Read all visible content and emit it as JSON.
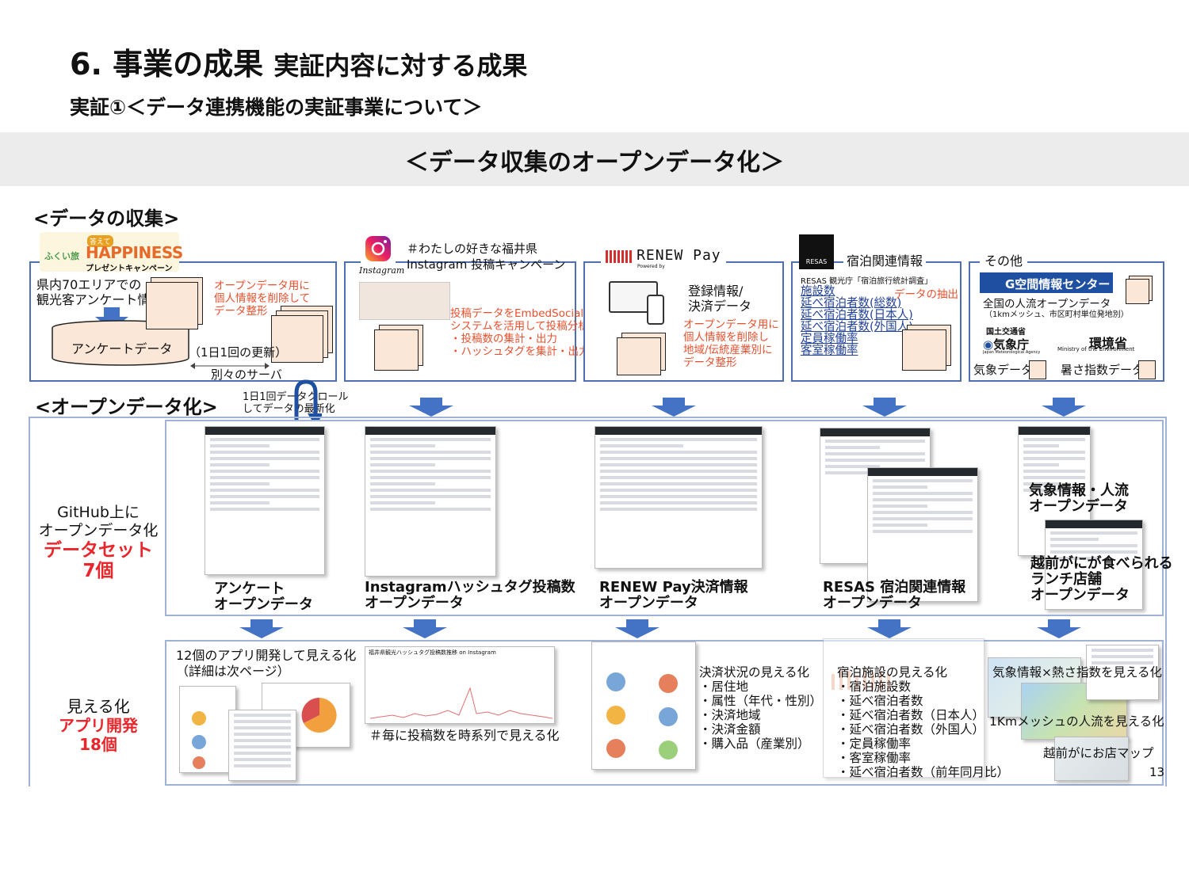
{
  "header": {
    "title_main": "6. 事業の成果",
    "title_sub": "実証内容に対する成果",
    "subtitle": "実証①＜データ連携機能の実証事業について＞",
    "band_title": "＜データ収集のオープンデータ化＞"
  },
  "collection": {
    "label": "<データの収集>",
    "survey": {
      "logo_tag": "答えて",
      "logo_main": "HAPPINESS",
      "logo_sub": "プレゼントキャンペーン",
      "logo_left": "ふくい旅",
      "desc": [
        "県内70エリアでの",
        "観光客アンケート情報"
      ],
      "db_label": "アンケートデータ",
      "note": [
        "オープンデータ用に",
        "個人情報を削除して",
        "データ整形"
      ],
      "update": "（1日1回の更新）",
      "server": "別々のサーバ"
    },
    "instagram": {
      "brand": "Instagram",
      "title": [
        "＃わたしの好きな福井県",
        "Instagram 投稿キャンペーン"
      ],
      "note": [
        "投稿データをEmbedSocial",
        "システムを活用して投稿分析",
        "・投稿数の集計・出力",
        "・ハッシュタグを集計・出力"
      ]
    },
    "renew": {
      "brand": "RENEW Pay",
      "powered": "Powered by",
      "desc": [
        "登録情報/",
        "決済データ"
      ],
      "note": [
        "オープンデータ用に",
        "個人情報を削除し",
        "地域/伝統産業別に",
        "データ整形"
      ]
    },
    "resas": {
      "brand": "RESAS",
      "title": "宿泊関連情報",
      "source": "RESAS 観光庁「宿泊旅行統計調査」",
      "items": [
        "施設数",
        "延べ宿泊者数(総数)",
        "延べ宿泊者数(日本人)",
        "延べ宿泊者数(外国人)",
        "定員稼働率",
        "客室稼働率"
      ],
      "extract": "データの抽出"
    },
    "other": {
      "title": "その他",
      "gspace": "G空間情報センター",
      "flow": "全国の人流オープンデータ",
      "flow_sub": "（1kmメッシュ、市区町村単位発地別）",
      "mlit": "国土交通省",
      "jma": "気象庁",
      "jma_en": "Japan Meteorological Agency",
      "env": "環境省",
      "env_en": "Ministry of the Environment",
      "weather": "気象データ",
      "heat": "暑さ指数データ"
    }
  },
  "opendata": {
    "label": "<オープンデータ化>",
    "crawl": [
      "1日1回データクロール",
      "してデータの最新化"
    ],
    "left": [
      "GitHub上に",
      "オープンデータ化"
    ],
    "count": [
      "データセット",
      "7個"
    ],
    "items": [
      {
        "name": [
          "アンケート",
          "オープンデータ"
        ]
      },
      {
        "name": [
          "Instagramハッシュタグ投稿数",
          "オープンデータ"
        ]
      },
      {
        "name": [
          "RENEW Pay決済情報",
          "オープンデータ"
        ]
      },
      {
        "name": [
          "RESAS 宿泊関連情報",
          "オープンデータ"
        ]
      }
    ],
    "extra1": [
      "気象情報・人流",
      "オープンデータ"
    ],
    "extra2": [
      "越前がにが食べられる",
      "ランチ店舗",
      "オープンデータ"
    ]
  },
  "visual": {
    "left": [
      "見える化"
    ],
    "count": [
      "アプリ開発",
      "18個"
    ],
    "apps": [
      "12個のアプリ開発して見える化",
      "（詳細は次ページ）"
    ],
    "insta_chart_title": "福井県観光ハッシュタグ投稿数推移 on Instagram",
    "insta": "＃毎に投稿数を時系列で見える化",
    "payment": {
      "title": "決済状況の見える化",
      "items": [
        "・居住地",
        "・属性（年代・性別）",
        "・決済地域",
        "・決済金額",
        "・購入品（産業別）"
      ]
    },
    "lodging": {
      "title": "宿泊施設の見える化",
      "items": [
        "・宿泊施設数",
        "・延べ宿泊者数",
        "・延べ宿泊者数（日本人）",
        "・延べ宿泊者数（外国人）",
        "・定員稼働率",
        "・客室稼働率",
        "・延べ宿泊者数（前年同月比）"
      ]
    },
    "weather": "気象情報×熱さ指数を見える化",
    "mesh": "1Kmメッシュの人流を見える化",
    "crab": "越前がにお店マップ"
  },
  "page_number": "13",
  "colors": {
    "accent_blue": "#4472c4",
    "red": "#e8262b",
    "orange": "#e8502e",
    "panel_border": "#4f6fb0"
  }
}
